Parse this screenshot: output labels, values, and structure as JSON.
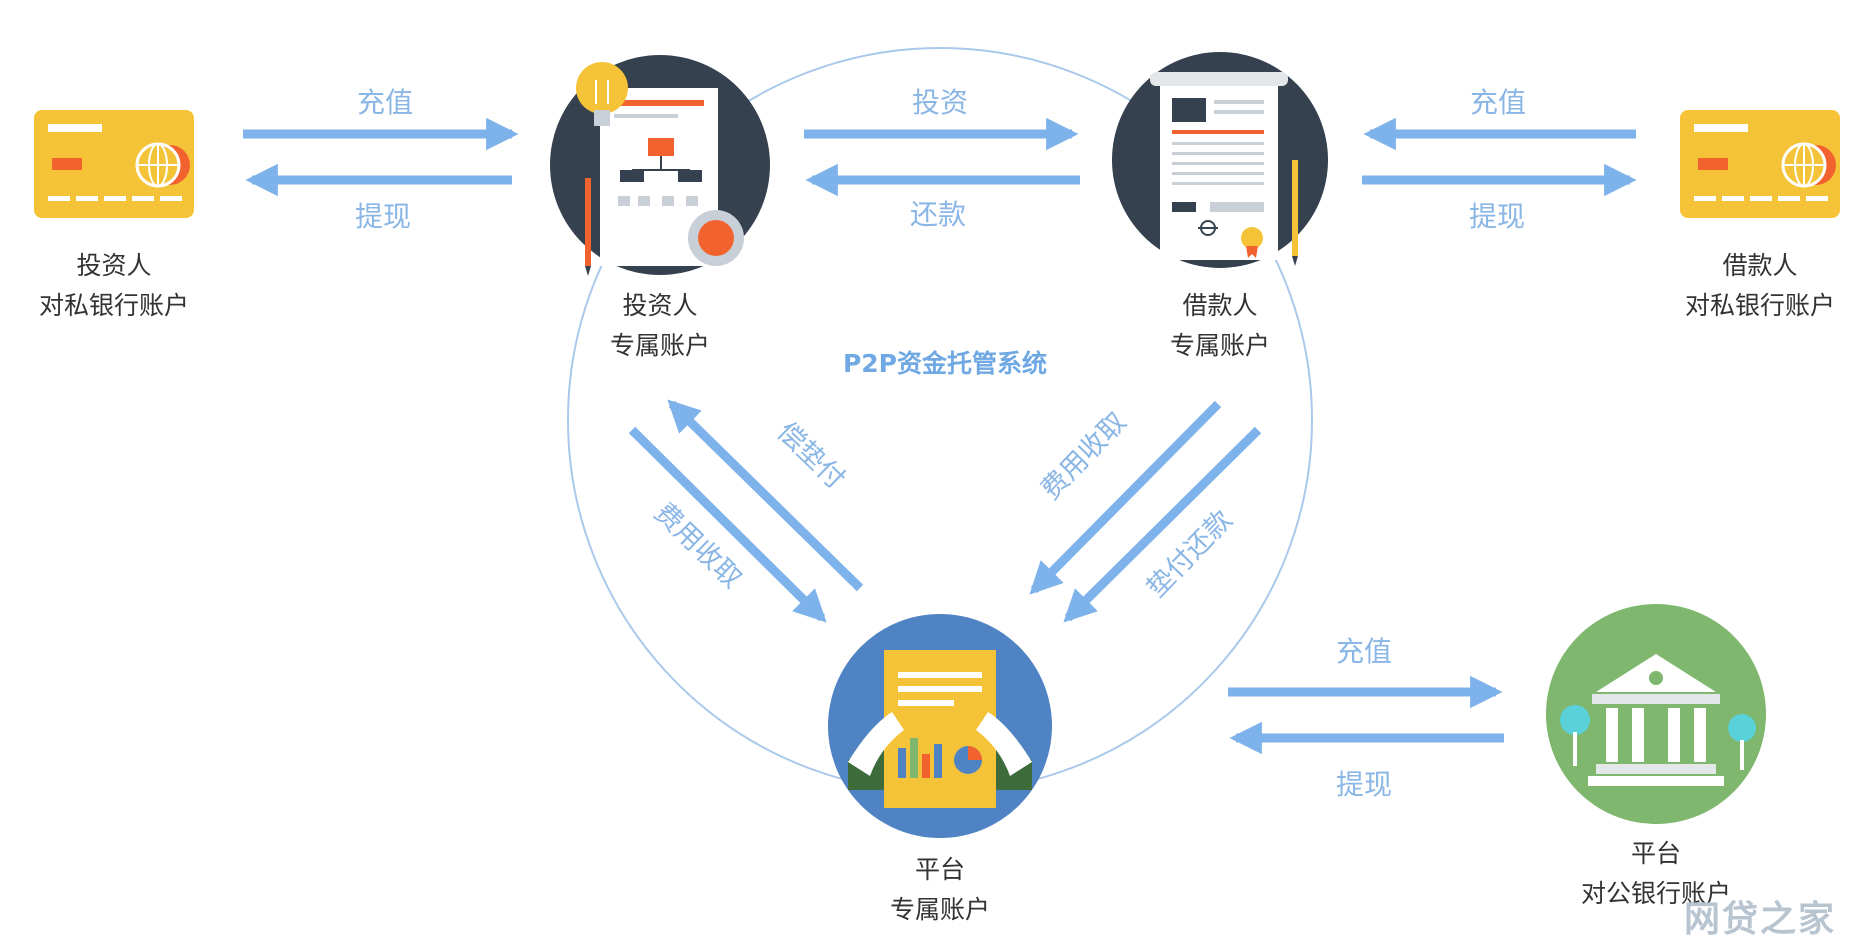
{
  "colors": {
    "arrow": "#7eb2ea",
    "arrow_text": "#8ab6e6",
    "center_title": "#6fa8e3",
    "navy": "#36414f",
    "card_yellow": "#f5c338",
    "bank_green": "#7fb76e",
    "platform_blue": "#4f83c3",
    "accent_orange": "#f2622f"
  },
  "center_title": "P2P资金托管系统",
  "nodes": {
    "investor_bank": {
      "line1": "投资人",
      "line2": "对私银行账户",
      "icon": "credit-card-icon"
    },
    "investor_account": {
      "line1": "投资人",
      "line2": "专属账户",
      "icon": "document-lightbulb-icon"
    },
    "borrower_account": {
      "line1": "借款人",
      "line2": "专属账户",
      "icon": "contract-document-icon"
    },
    "borrower_bank": {
      "line1": "借款人",
      "line2": "对私银行账户",
      "icon": "credit-card-icon"
    },
    "platform_account": {
      "line1": "平台",
      "line2": "专属账户",
      "icon": "report-document-icon"
    },
    "platform_bank": {
      "line1": "平台",
      "line2": "对公银行账户",
      "icon": "bank-building-icon"
    }
  },
  "flows": {
    "inv_deposit": "充值",
    "inv_withdraw": "提现",
    "invest": "投资",
    "repay": "还款",
    "bor_deposit": "充值",
    "bor_withdraw": "提现",
    "comp_pay": "偿垫付",
    "inv_fee": "费用收取",
    "bor_fee": "费用收取",
    "adv_repay": "垫付还款",
    "plat_deposit": "充值",
    "plat_withdraw": "提现"
  },
  "watermark": "网贷之家"
}
